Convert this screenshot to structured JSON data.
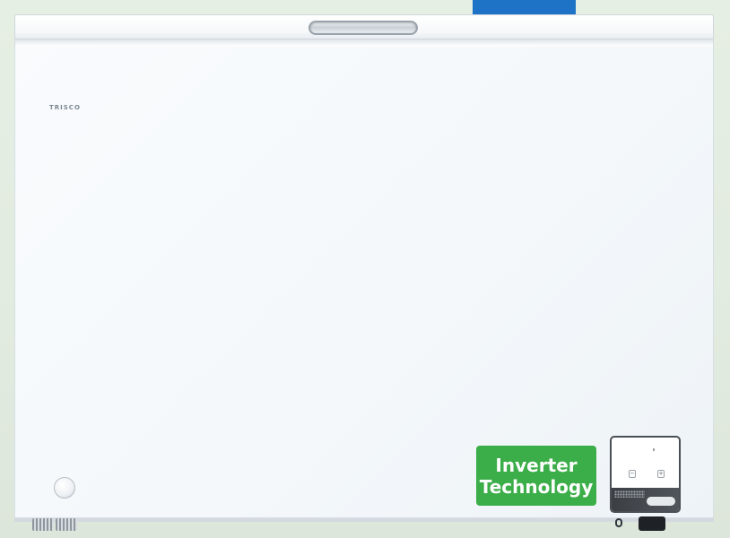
{
  "product": {
    "brand_text": "TRISCO",
    "badge": {
      "line1": "Inverter",
      "line2": "Technology",
      "color": "#3cae49"
    },
    "control_panel": {
      "minus_symbol": "−",
      "plus_symbol": "+"
    },
    "accent_strip_color": "#1f73c6"
  }
}
